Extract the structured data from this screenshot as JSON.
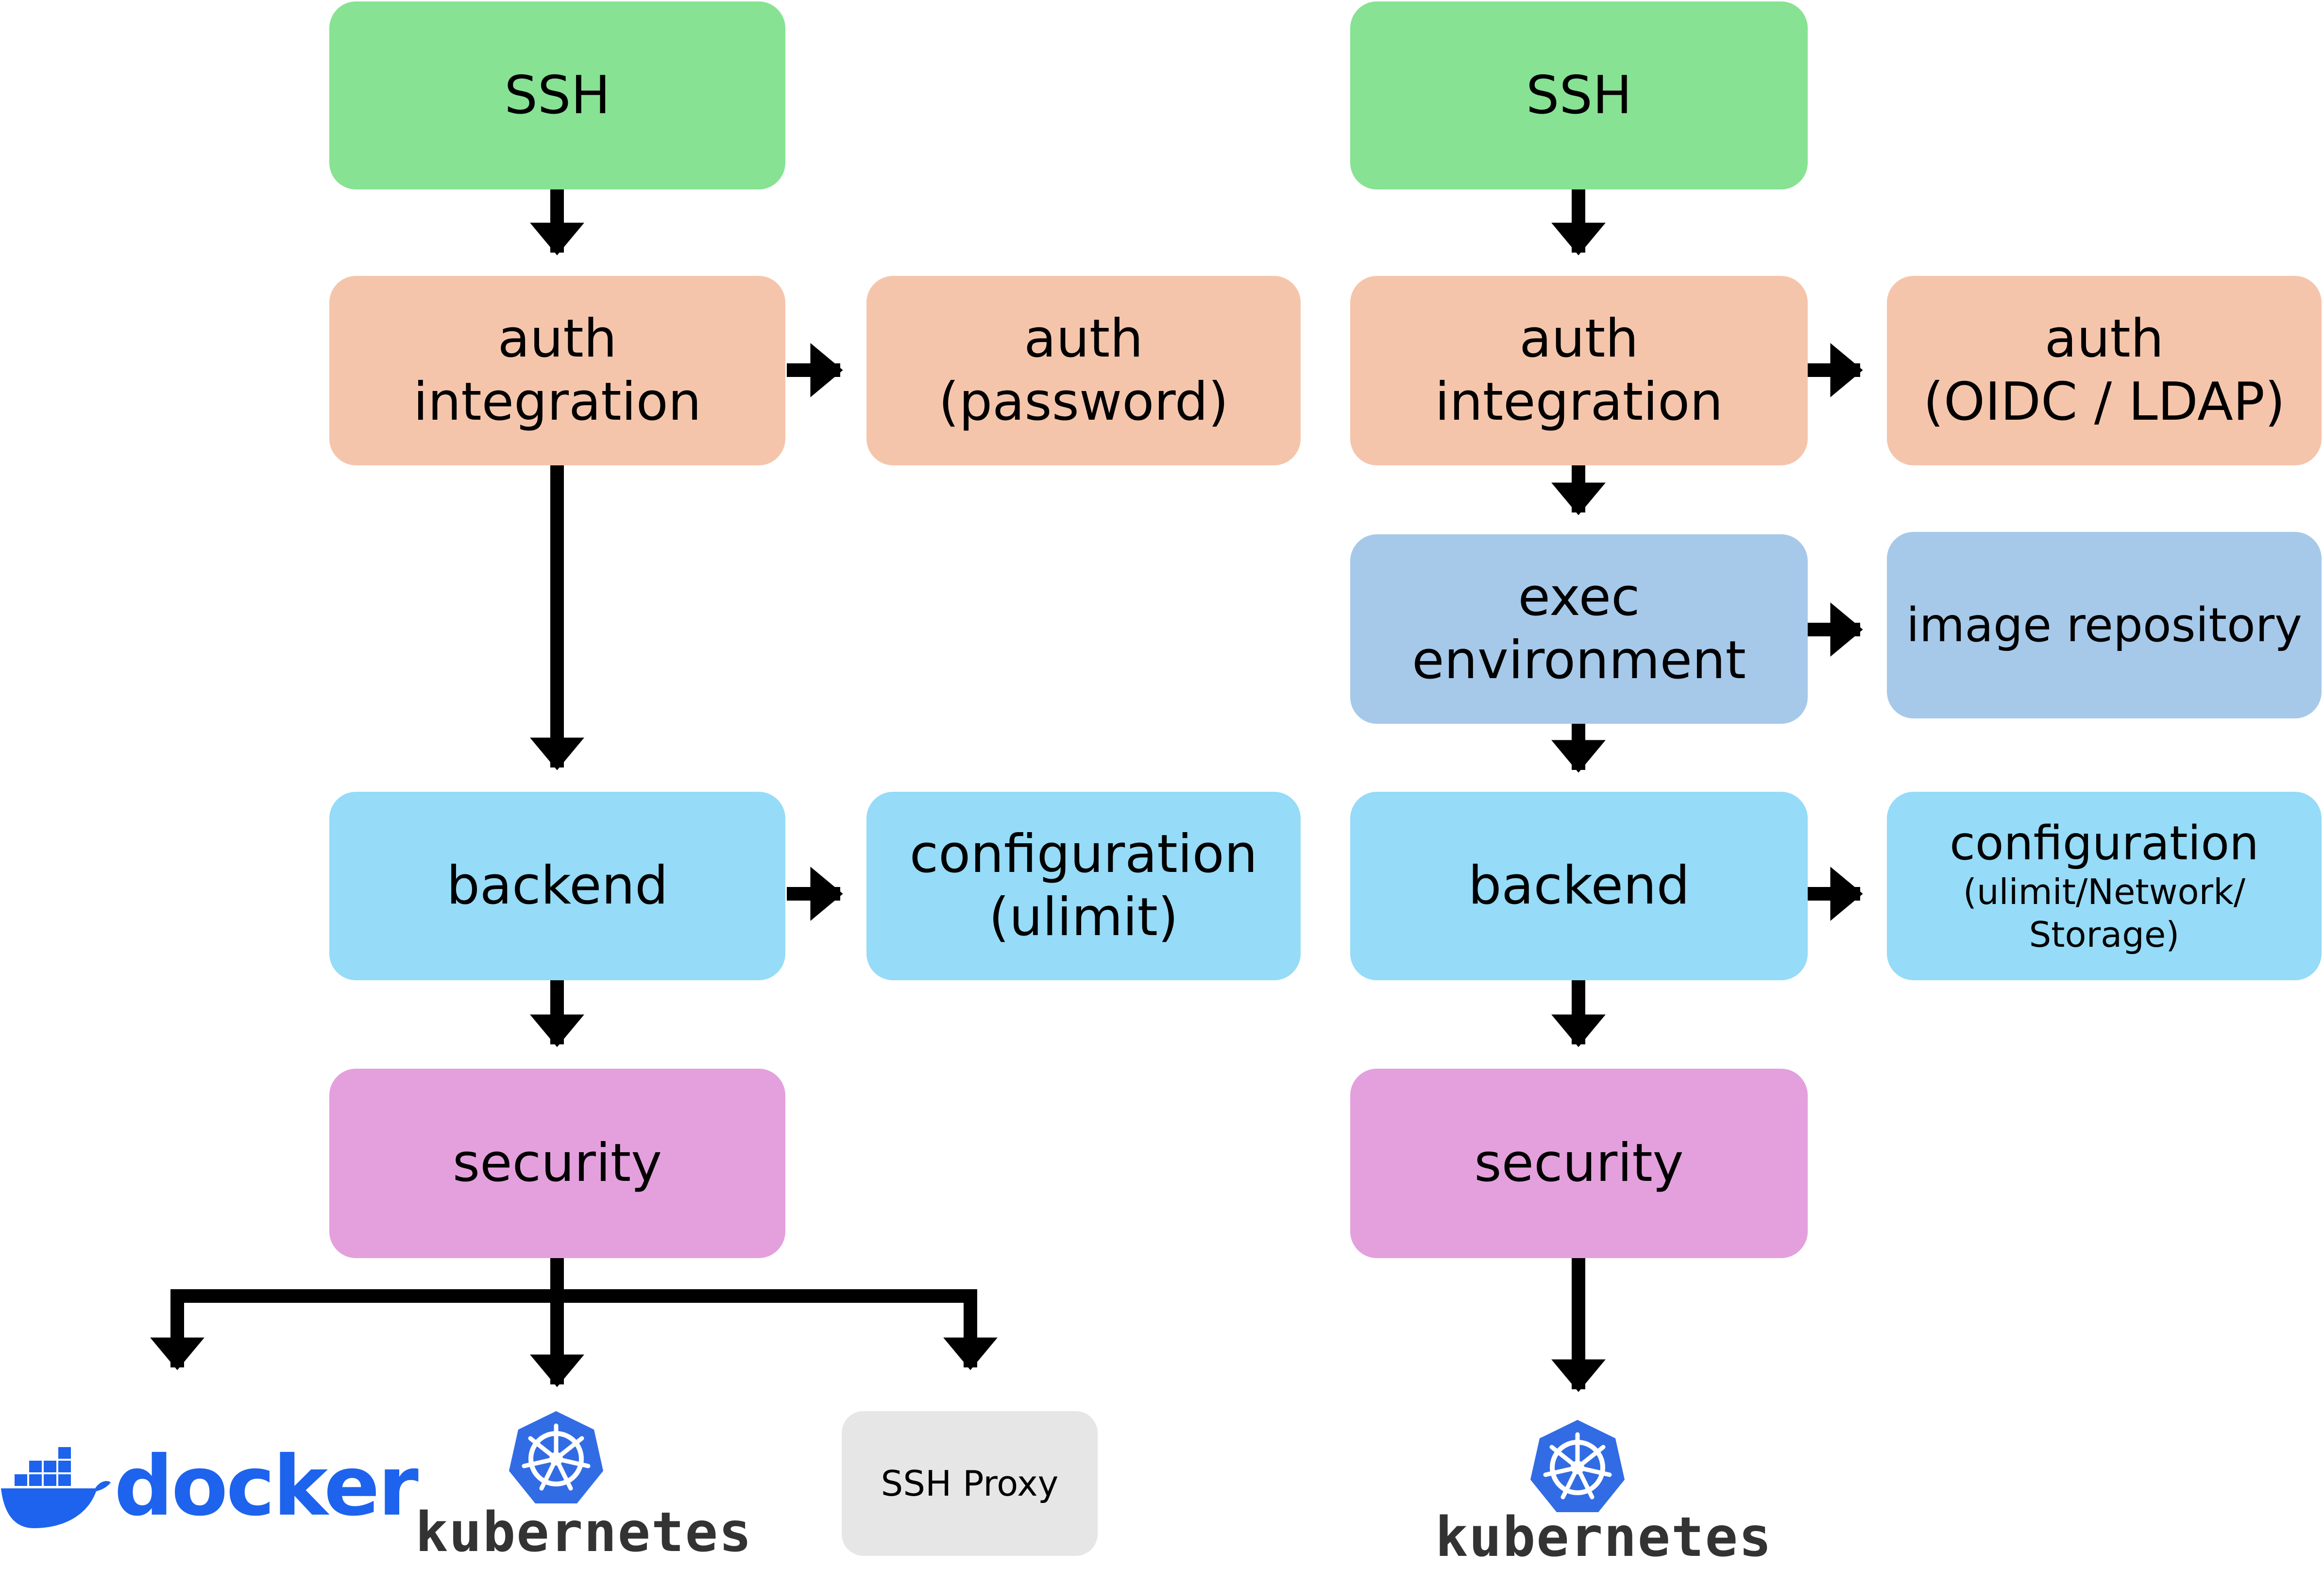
{
  "colors": {
    "ssh": "#87e293",
    "auth": "#f5c5ab",
    "exec": "#a6c9ea",
    "backend": "#96dbf7",
    "security": "#e3a0dd",
    "proxy": "#e6e6e6",
    "arrow": "#000000",
    "docker_blue": "#1d63ed",
    "k8s_blue": "#326ce5"
  },
  "left": {
    "ssh": "SSH",
    "auth_integration": [
      "auth",
      "integration"
    ],
    "auth_password": [
      "auth",
      "(password)"
    ],
    "backend": "backend",
    "configuration": [
      "configuration",
      "(ulimit)"
    ],
    "security": "security",
    "targets": {
      "docker": "docker",
      "kubernetes": "kubernetes",
      "ssh_proxy": "SSH Proxy"
    }
  },
  "right": {
    "ssh": "SSH",
    "auth_integration": [
      "auth",
      "integration"
    ],
    "auth_oidc": [
      "auth",
      "(OIDC / LDAP)"
    ],
    "exec_environment": [
      "exec",
      "environment"
    ],
    "image_repository": "image repository",
    "backend": "backend",
    "configuration": [
      "configuration",
      "(ulimit/Network/",
      "Storage)"
    ],
    "security": "security",
    "targets": {
      "kubernetes": "kubernetes"
    }
  },
  "icons": [
    "docker-whale-icon",
    "kubernetes-helm-icon",
    "arrow-icon"
  ]
}
